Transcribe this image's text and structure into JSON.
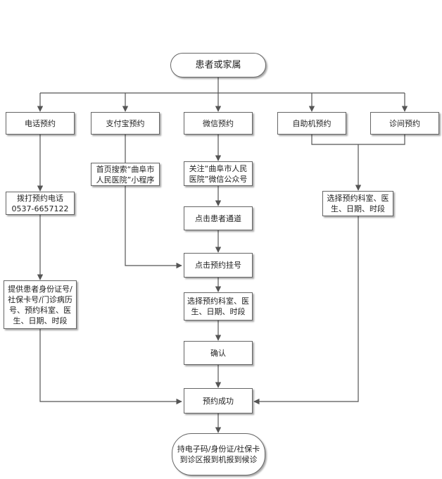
{
  "nodes": {
    "start": "患者或家属",
    "phone": "电话预约",
    "alipay": "支付宝预约",
    "wechat": "微信预约",
    "kiosk": "自助机预约",
    "clinic": "诊间预约",
    "alipay_search": "首页搜索“曲阜市\n人民医院”小程序",
    "wechat_follow": "关注“曲阜市人民\n医院”微信公众号",
    "dial": "拨打预约电话\n0537-6657122",
    "patient_channel": "点击患者通道",
    "select_right": "选择预约科室、医\n生、日期、时段",
    "click_book": "点击预约挂号",
    "phone_info": "提供患者身份证号/\n社保卡号/门诊病历\n号、预约科室、医\n生、日期、时段",
    "select_center": "选择预约科室、医\n生、日期、时段",
    "confirm": "确认",
    "success": "预约成功",
    "end": "持电子码/身份证/社保卡\n到诊区报到机报到候诊"
  },
  "colors": {
    "line": "#555555",
    "border": "#666666"
  }
}
